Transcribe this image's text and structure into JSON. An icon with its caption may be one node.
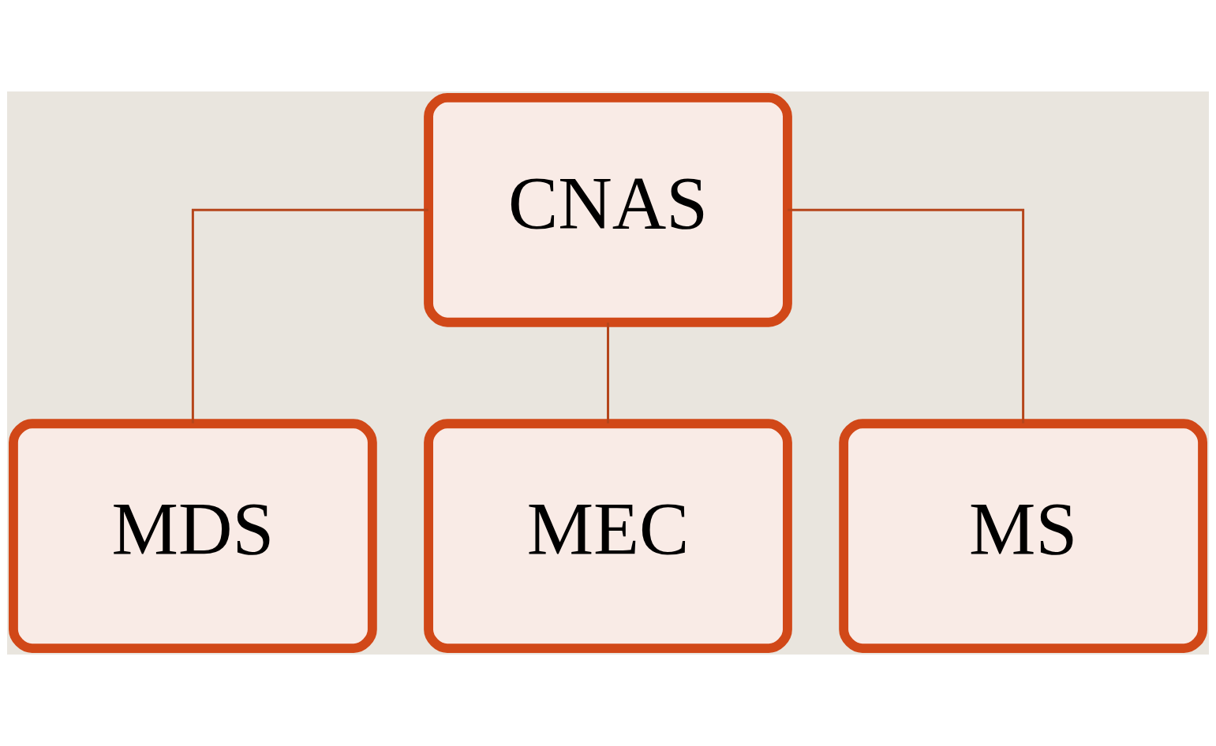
{
  "diagram": {
    "nodes": [
      {
        "text": [
          "CNAS"
        ]
      },
      {
        "text": [
          "MDS"
        ]
      },
      {
        "text": [
          "MEC"
        ]
      },
      {
        "text": [
          "MS"
        ]
      }
    ],
    "edges": [
      {
        "from": 0,
        "to": 1,
        "arrow": "none"
      },
      {
        "from": 0,
        "to": 2,
        "arrow": "none"
      },
      {
        "from": 0,
        "to": 3,
        "arrow": "none"
      }
    ]
  }
}
